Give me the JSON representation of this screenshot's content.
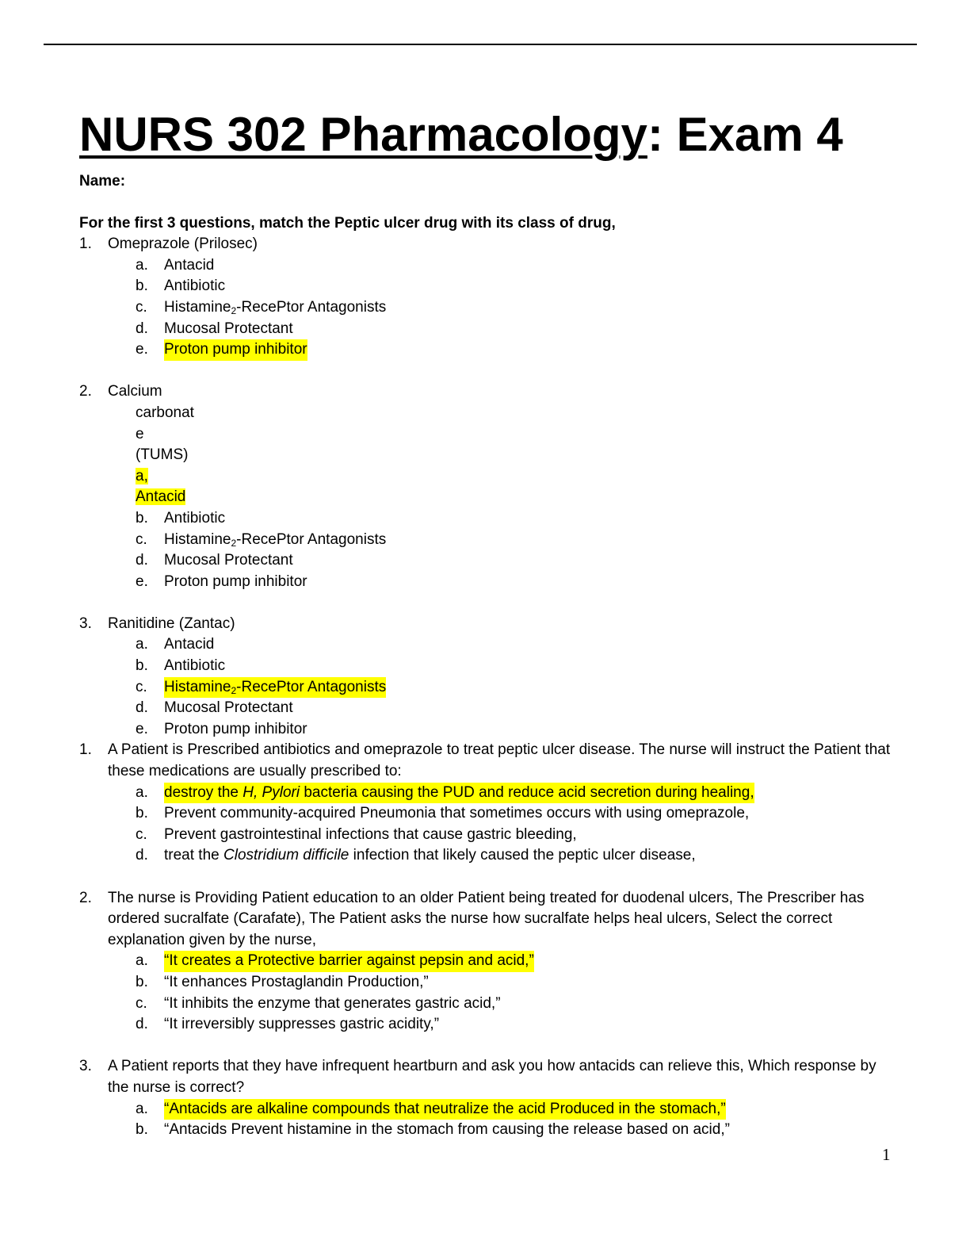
{
  "title": {
    "underlined": "NURS 302 Pharmacology",
    "rest": ": Exam 4"
  },
  "name_label": "Name:",
  "instruction": "For the first 3 questions, match the Peptic ulcer drug with its class of drug,",
  "q1": {
    "num": "1.",
    "text": "Omeprazole (Prilosec)"
  },
  "q1_options": [
    {
      "letter": "a.",
      "text": "Antacid"
    },
    {
      "letter": "b.",
      "text": "Antibiotic"
    },
    {
      "letter": "c.",
      "pre": "Histamine",
      "sub": "2",
      "post": "-RecePtor Antagonists"
    },
    {
      "letter": "d.",
      "text": "Mucosal Protectant"
    },
    {
      "letter": "e.",
      "text": "Proton pump inhibitor"
    }
  ],
  "q2": {
    "num": "2.",
    "line1": "Calcium",
    "line2": "carbonat",
    "line3": "e",
    "line4": "(TUMS)",
    "opt_a_letter": "a,",
    "opt_a_text": "Antacid"
  },
  "q2_options": [
    {
      "letter": "b.",
      "text": "Antibiotic"
    },
    {
      "letter": "c.",
      "pre": "Histamine",
      "sub": "2",
      "post": "-RecePtor Antagonists"
    },
    {
      "letter": "d.",
      "text": "Mucosal Protectant"
    },
    {
      "letter": "e.",
      "text": "Proton pump inhibitor"
    }
  ],
  "q3": {
    "num": "3.",
    "text": "Ranitidine (Zantac)"
  },
  "q3_options": [
    {
      "letter": "a.",
      "text": "Antacid"
    },
    {
      "letter": "b.",
      "text": "Antibiotic"
    },
    {
      "letter": "c.",
      "pre": "Histamine",
      "sub": "2",
      "post": "-RecePtor Antagonists"
    },
    {
      "letter": "d.",
      "text": "Mucosal Protectant"
    },
    {
      "letter": "e.",
      "text": "Proton pump inhibitor"
    }
  ],
  "q4": {
    "num": "1.",
    "text": "A Patient is Prescribed antibiotics and omeprazole to treat peptic ulcer disease. The nurse will instruct the Patient that these medications are usually prescribed to:",
    "a_letter": "a.",
    "a_pre": "destroy the ",
    "a_italic": "H, Pylori",
    "a_post": " bacteria causing the PUD and reduce acid secretion during healing,",
    "b_letter": "b.",
    "b_text": "Prevent community-acquired Pneumonia that sometimes occurs with using omeprazole,",
    "c_letter": "c.",
    "c_text": "Prevent gastrointestinal infections that cause gastric bleeding,",
    "d_letter": "d.",
    "d_pre": "treat the ",
    "d_italic": "Clostridium difficile",
    "d_post": " infection that likely caused the peptic ulcer disease,"
  },
  "q5": {
    "num": "2.",
    "text": "The nurse is Providing Patient education to an older Patient being treated for duodenal ulcers, The Prescriber has ordered sucralfate (Carafate), The Patient asks the nurse how sucralfate helps heal ulcers, Select the correct explanation given by the nurse,",
    "options": [
      {
        "letter": "a.",
        "text": "“It creates a Protective barrier against pepsin and acid,”"
      },
      {
        "letter": "b.",
        "text": "“It enhances Prostaglandin Production,”"
      },
      {
        "letter": "c.",
        "text": "“It inhibits the enzyme that generates gastric acid,”"
      },
      {
        "letter": "d.",
        "text": "“It irreversibly suppresses gastric acidity,”"
      }
    ]
  },
  "q6": {
    "num": "3.",
    "text": "A Patient reports that they have infrequent heartburn and ask you how antacids can relieve this, Which response by the nurse is correct?",
    "options": [
      {
        "letter": "a.",
        "text": "“Antacids are alkaline compounds that neutralize the acid Produced in the stomach,”"
      },
      {
        "letter": "b.",
        "text": "“Antacids Prevent histamine in the stomach from causing the release based on acid,”"
      }
    ]
  },
  "page_number": "1",
  "highlight_color": "#ffff00"
}
